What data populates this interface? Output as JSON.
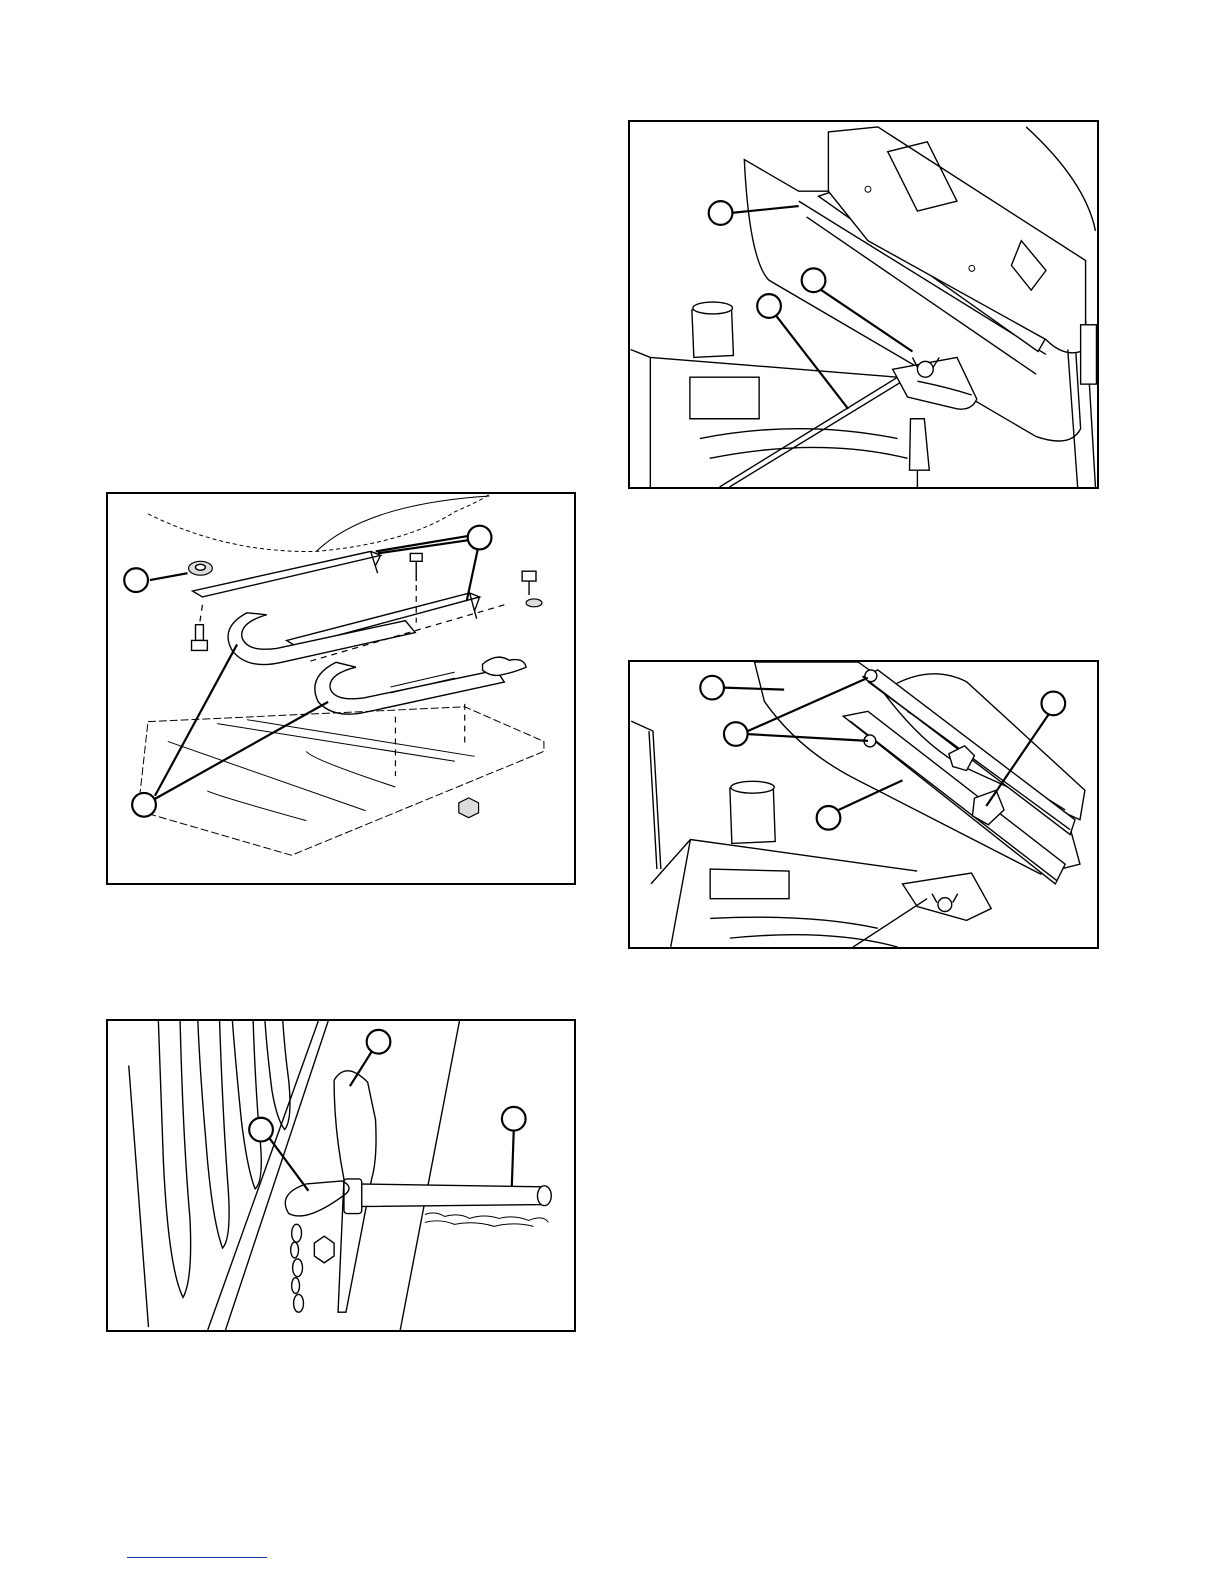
{
  "figures": [
    {
      "id": "seat-rails-exploded",
      "callouts": 3
    },
    {
      "id": "hitch-pin-detail",
      "callouts": 3
    },
    {
      "id": "seat-pan-tilted",
      "callouts": 3
    },
    {
      "id": "seat-bracket-adjust",
      "callouts": 4
    }
  ],
  "colors": {
    "line": "#000000",
    "background": "#ffffff",
    "footer_rule": "#1a3fb0"
  }
}
